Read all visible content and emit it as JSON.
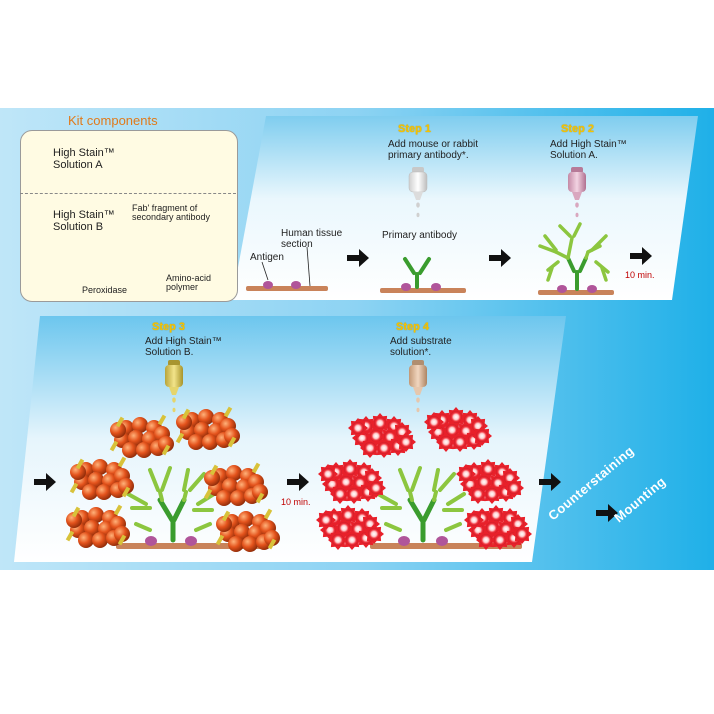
{
  "kit": {
    "title": "Kit components",
    "solution_a_line1": "High Stain™",
    "solution_a_line2": "Solution A",
    "solution_b_line1": "High Stain™",
    "solution_b_line2": "Solution B",
    "fab_line1": "Fab' fragment of",
    "fab_line2": "secondary antibody",
    "peroxidase": "Peroxidase",
    "amino_line1": "Amino-acid",
    "amino_line2": "polymer"
  },
  "tissue": {
    "antigen": "Antigen",
    "tissue_line1": "Human tissue",
    "tissue_line2": "section"
  },
  "step1": {
    "label": "Step 1",
    "desc_line1": "Add mouse or rabbit",
    "desc_line2": "primary antibody*.",
    "primary_antibody": "Primary antibody"
  },
  "step2": {
    "label": "Step 2",
    "desc_line1": "Add High Stain™",
    "desc_line2": "Solution A.",
    "time": "10 min."
  },
  "step3": {
    "label": "Step 3",
    "desc_line1": "Add High Stain™",
    "desc_line2": "Solution B.",
    "time": "10 min."
  },
  "step4": {
    "label": "Step 4",
    "desc_line1": "Add substrate",
    "desc_line2": "solution*."
  },
  "final": {
    "counterstaining": "Counterstaining",
    "mounting": "Mounting"
  },
  "colors": {
    "band_blue": "#37b9ea",
    "panel_white": "#f4faff",
    "step_yellow": "#f6c300",
    "antibody_green": "#3a9c2e",
    "fab_green": "#8cc63f",
    "peroxidase_orange": "#e0501a",
    "dab_red": "#e8202a",
    "tissue_brown": "#c9835a",
    "antigen_purple": "#b0559a",
    "time_red": "#c00000"
  }
}
